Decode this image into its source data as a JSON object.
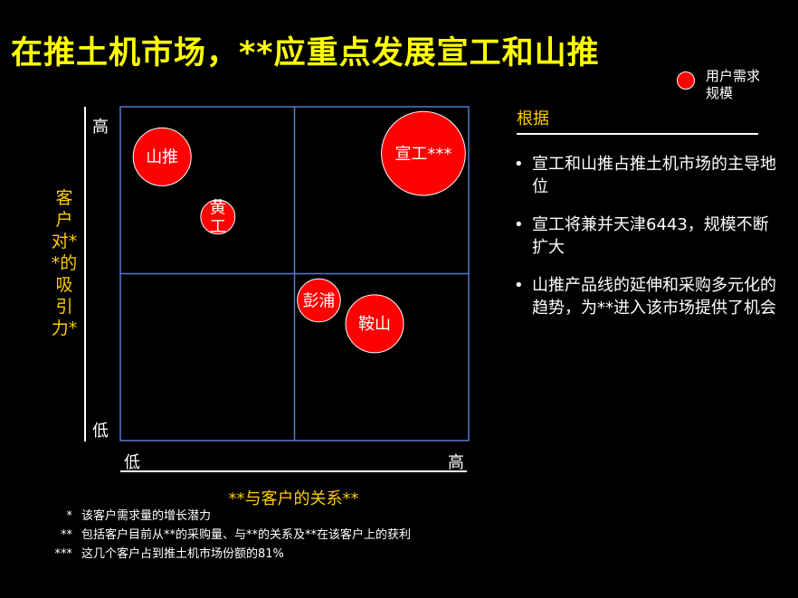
{
  "title": "在推土机市场，**应重点发展宣工和山推",
  "legend": {
    "label": "用户需求\n规模",
    "color": "#ff0000"
  },
  "chart_data": {
    "type": "scatter",
    "subtype": "bubble",
    "xlabel": "**与客户的关系**",
    "ylabel": "客\n户\n对*\n*的\n吸\n引\n力*",
    "x_ticks": [
      "低",
      "高"
    ],
    "y_ticks": [
      "高",
      "低"
    ],
    "xlim": [
      0,
      1
    ],
    "ylim": [
      0,
      1
    ],
    "grid": "2x2 quadrants",
    "points": [
      {
        "label": "山推",
        "x": 0.12,
        "y": 0.85,
        "size": 1.0
      },
      {
        "label": "黄工",
        "x": 0.28,
        "y": 0.67,
        "size": 0.35
      },
      {
        "label": "宣工***",
        "x": 0.87,
        "y": 0.86,
        "size": 2.1
      },
      {
        "label": "彭浦",
        "x": 0.57,
        "y": 0.42,
        "size": 0.55
      },
      {
        "label": "鞍山",
        "x": 0.73,
        "y": 0.35,
        "size": 1.0
      }
    ],
    "bubble_color": "#ff0000",
    "quadrant_line_color": "#5577cc"
  },
  "basis": {
    "title": "根据",
    "bullet": "•",
    "items": [
      "宣工和山推占推土机市场的主导地位",
      "宣工将兼并天津6443，规模不断扩大",
      "山推产品线的延伸和采购多元化的趋势，为**进入该市场提供了机会"
    ]
  },
  "footnotes": [
    {
      "mark": "*",
      "text": "该客户需求量的增长潜力"
    },
    {
      "mark": "**",
      "text": "包括客户目前从**的采购量、与**的关系及**在该客户上的获利"
    },
    {
      "mark": "***",
      "text": "这几个客户占到推土机市场份额的81%"
    }
  ]
}
